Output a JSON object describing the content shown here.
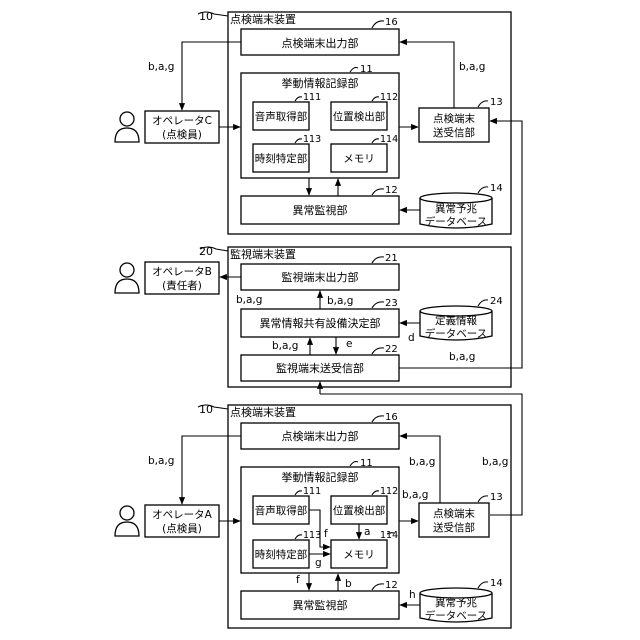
{
  "inspection_device_top": {
    "ref": "10",
    "title": "点検端末装置",
    "output_unit": {
      "ref": "16",
      "label": "点検端末出力部"
    },
    "behavior_recorder": {
      "ref": "11",
      "label": "挙動情報記録部"
    },
    "voice_acquisition": {
      "ref": "111",
      "label": "音声取得部"
    },
    "position_detection": {
      "ref": "112",
      "label": "位置検出部"
    },
    "time_specifying": {
      "ref": "113",
      "label": "時刻特定部"
    },
    "memory": {
      "ref": "114",
      "label": "メモリ"
    },
    "anomaly_monitor": {
      "ref": "12",
      "label": "異常監視部"
    },
    "transceiver": {
      "ref": "13",
      "label_line1": "点検端末",
      "label_line2": "送受信部"
    },
    "anomaly_db": {
      "ref": "14",
      "label_line1": "異常予兆",
      "label_line2": "データベース"
    },
    "operator": {
      "label_line1": "オペレータC",
      "label_line2": "(点検員)"
    },
    "signal_out": "b,a,g",
    "signal_in": "b,a,g"
  },
  "monitoring_device": {
    "ref": "20",
    "title": "監視端末装置",
    "output_unit": {
      "ref": "21",
      "label": "監視端末出力部"
    },
    "decision_unit": {
      "ref": "23",
      "label": "異常情報共有設備決定部"
    },
    "transceiver": {
      "ref": "22",
      "label": "監視端末送受信部"
    },
    "definition_db": {
      "ref": "24",
      "label_line1": "定義情報",
      "label_line2": "データベース"
    },
    "operator": {
      "label_line1": "オペレータB",
      "label_line2": "(責任者)"
    },
    "signal_operator": "b,a,g",
    "signal_decision": "b,a,g",
    "signal_up": "b,a,g",
    "signal_e": "e",
    "signal_d": "d",
    "signal_right": "b,a,g"
  },
  "inspection_device_bottom": {
    "ref": "10",
    "title": "点検端末装置",
    "output_unit": {
      "ref": "16",
      "label": "点検端末出力部"
    },
    "behavior_recorder": {
      "ref": "11",
      "label": "挙動情報記録部"
    },
    "voice_acquisition": {
      "ref": "111",
      "label": "音声取得部"
    },
    "position_detection": {
      "ref": "112",
      "label": "位置検出部"
    },
    "time_specifying": {
      "ref": "113",
      "label": "時刻特定部"
    },
    "memory": {
      "ref": "114",
      "label": "メモリ"
    },
    "anomaly_monitor": {
      "ref": "12",
      "label": "異常監視部"
    },
    "transceiver": {
      "ref": "13",
      "label_line1": "点検端末",
      "label_line2": "送受信部"
    },
    "anomaly_db": {
      "ref": "14",
      "label_line1": "異常予兆",
      "label_line2": "データベース"
    },
    "operator": {
      "label_line1": "オペレータA",
      "label_line2": "(点検員)"
    },
    "signal_out": "b,a,g",
    "signal_in_mid": "b,a,g",
    "signal_in_right": "b,a,g",
    "signal_from_rec": "b,a,g",
    "signal_a": "a",
    "signal_f": "f",
    "signal_g": "g",
    "signal_f2": "f",
    "signal_b": "b",
    "signal_h": "h"
  }
}
